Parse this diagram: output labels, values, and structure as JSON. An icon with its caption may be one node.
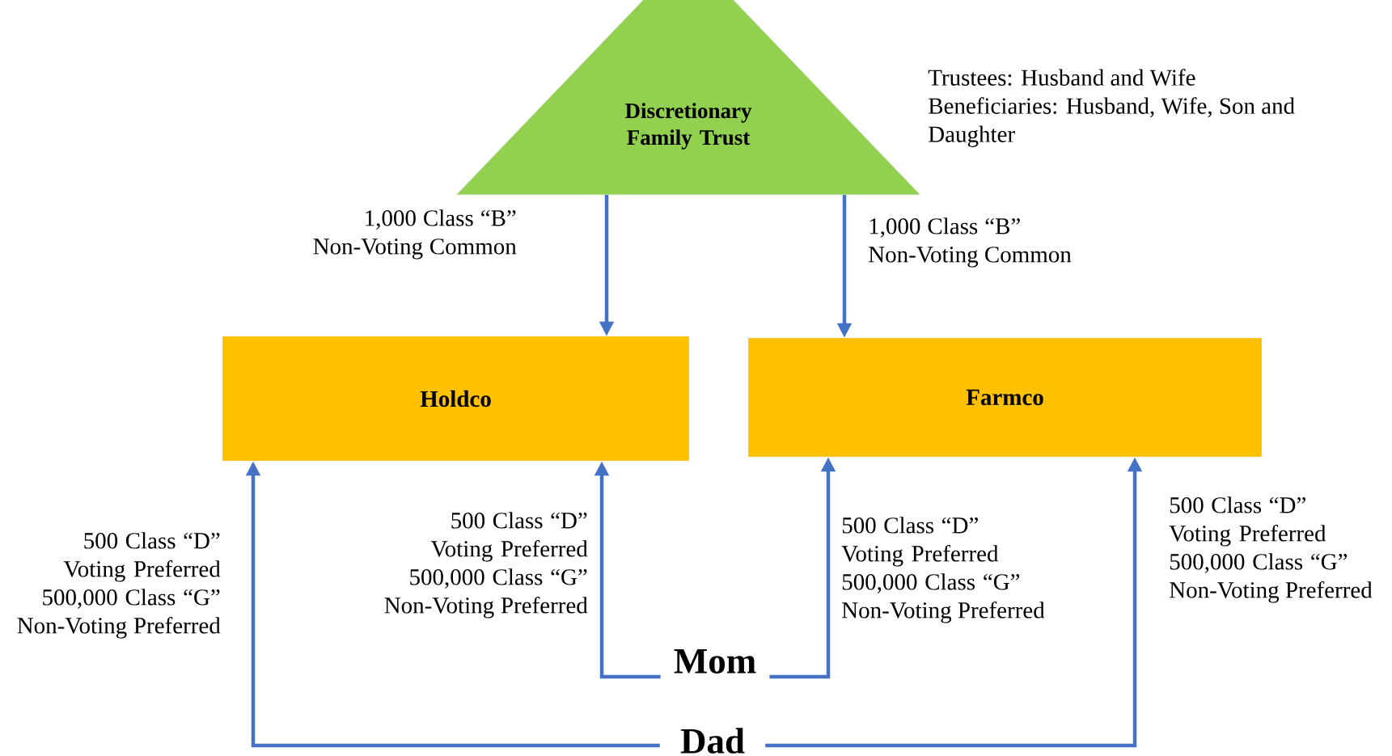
{
  "diagram": {
    "nodes": [
      {
        "text": [
          "Discretionary Family Trust"
        ],
        "beside": [
          "Trustees: Husband and Wife",
          "Beneficiaries: Husband, Wife, Son and Daughter"
        ]
      },
      {
        "text": [
          "Holdco"
        ]
      },
      {
        "text": [
          "Farmco"
        ]
      },
      {
        "text": [
          "Mom"
        ]
      },
      {
        "text": [
          "Dad"
        ]
      }
    ],
    "edges": [
      {
        "from": 0,
        "to": 1,
        "arrow": "to",
        "label": "1,000 Class “B” Non-Voting Common"
      },
      {
        "from": 0,
        "to": 2,
        "arrow": "to",
        "label": "1,000 Class “B” Non-Voting Common"
      },
      {
        "from": 3,
        "to": 1,
        "arrow": "to",
        "label": "500 Class “D” Voting Preferred 500,000 Class “G” Non-Voting Preferred"
      },
      {
        "from": 3,
        "to": 2,
        "arrow": "to",
        "label": "500 Class “D” Voting Preferred 500,000 Class “G” Non-Voting Preferred"
      },
      {
        "from": 4,
        "to": 1,
        "arrow": "to",
        "label": "500 Class “D” Voting Preferred 500,000 Class “G” Non-Voting Preferred"
      },
      {
        "from": 4,
        "to": 2,
        "arrow": "to",
        "label": "500 Class “D” Voting Preferred 500,000 Class “G” Non-Voting Preferred"
      }
    ]
  }
}
